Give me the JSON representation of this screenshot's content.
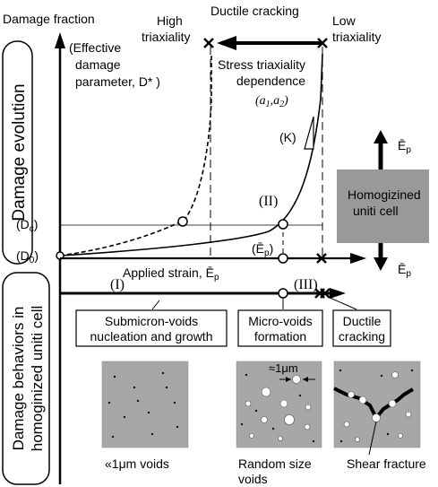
{
  "top": {
    "damage_fraction": "Damage fraction",
    "ductile_cracking": "Ductile cracking",
    "high_tri_1": "High",
    "high_tri_2": "triaxiality",
    "low_tri_1": "Low",
    "low_tri_2": "triaxiality",
    "eff_1": "(Effective",
    "eff_2": "damage",
    "eff_3": "parameter, D* )",
    "stress_1": "Stress triaxiality",
    "stress_2": "dependence",
    "a_params": "(a1,a2)"
  },
  "axis": {
    "damage_evolution": "Damage evolution",
    "damage_behaviors_1": "Damage behaviors in",
    "damage_behaviors_2": "homoginized uniti cell",
    "applied_strain": "Applied strain, Ē",
    "dc_label": "(Dc)",
    "d0_label": "(D0)",
    "ep_bar": "(Ē",
    "k_label": "(K)"
  },
  "stages": {
    "stage_I": "(I)",
    "stage_II": "(II)",
    "stage_III": "(III)"
  },
  "boxes": {
    "b1_line1": "Submicron-voids",
    "b1_line2": "nucleation and growth",
    "b2_line1": "Micro-voids",
    "b2_line2": "formation",
    "b3_line1": "Ductile",
    "b3_line2": "cracking"
  },
  "cell": {
    "label_1": "Homogizined",
    "label_2": "uniti cell",
    "ep_top": "Ē",
    "ep_bottom": "Ē"
  },
  "micro": {
    "c1_caption": "«1μm voids",
    "c2_caption_1": "Random size",
    "c2_caption_2": "voids",
    "c2_size": "≈1μm",
    "c3_caption": "Shear fracture"
  },
  "colors": {
    "ink": "#000000",
    "gray_cell": "#999999",
    "gray_micro": "#a7a7a7"
  }
}
